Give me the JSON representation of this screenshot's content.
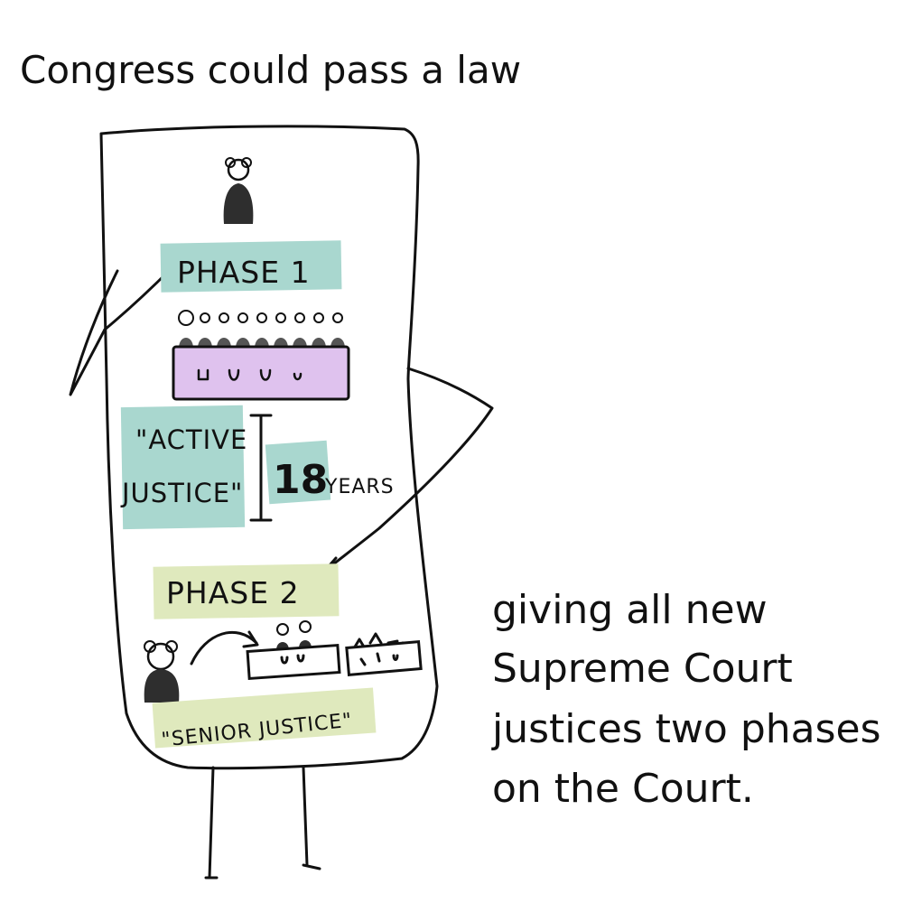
{
  "caption_top": "Congress could pass a law",
  "caption_side": [
    "giving all new",
    "Supreme Court",
    "justices two phases",
    "on the Court."
  ],
  "document": {
    "phase1": {
      "label": "PHASE 1",
      "active_quote_line1": "\"ACTIVE",
      "active_quote_line2": "JUSTICE\"",
      "term_number": "18",
      "term_unit": "YEARS"
    },
    "phase2": {
      "label": "PHASE 2",
      "senior_label": "\"SENIOR JUSTICE\""
    }
  },
  "colors": {
    "teal": "#a9d7cf",
    "green": "#dfe9bd",
    "lavender": "#dfc2ee",
    "ink": "#111111",
    "figure": "#2e2e2e"
  },
  "icons": [
    "justice-figure-icon",
    "bench-icon",
    "curved-arrow-icon"
  ]
}
